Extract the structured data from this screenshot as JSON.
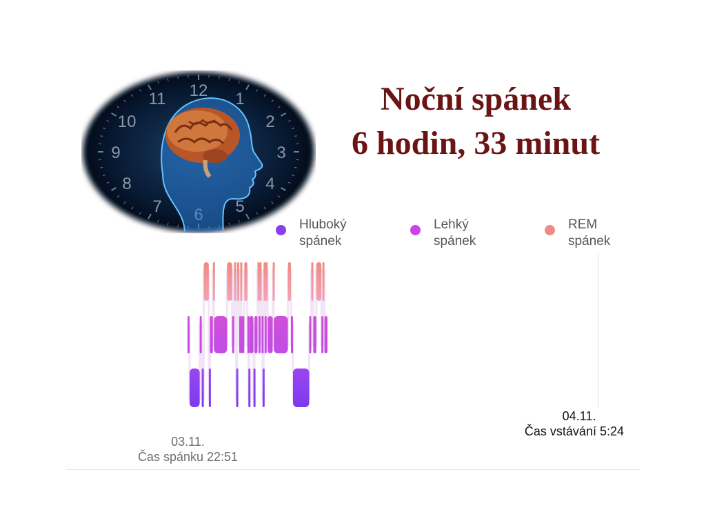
{
  "title": {
    "line1": "Noční spánek",
    "line2": "6 hodin, 33 minut"
  },
  "legend": [
    {
      "label_line1": "Hluboký",
      "label_line2": "spánek",
      "color": "#8a3ef0"
    },
    {
      "label_line1": "Lehký",
      "label_line2": "spánek",
      "color": "#cc44e8"
    },
    {
      "label_line1": "REM",
      "label_line2": "spánek",
      "color": "#f08a86"
    }
  ],
  "illustration": {
    "icon": "head-with-brain-and-clock-icon",
    "clock_numbers": [
      "12",
      "1",
      "2",
      "3",
      "4",
      "5",
      "6",
      "7",
      "8",
      "9",
      "10",
      "11"
    ]
  },
  "sleep_start": {
    "date": "03.11.",
    "text": "Čas spánku 22:51"
  },
  "wake_up": {
    "date": "04.11.",
    "text": "Čas vstávání 5:24"
  },
  "chart_data": {
    "type": "area",
    "start_time": "22:51",
    "end_time": "05:24",
    "levels": [
      "REM",
      "light",
      "deep"
    ],
    "colors": {
      "REM": "#f08a86",
      "light": "#cc44e8",
      "deep": "#8a3ef0"
    },
    "segments": [
      {
        "stage": "light",
        "start": "22:51",
        "end": "22:53"
      },
      {
        "stage": "deep",
        "start": "22:53",
        "end": "23:03"
      },
      {
        "stage": "light",
        "start": "23:03",
        "end": "23:05"
      },
      {
        "stage": "deep",
        "start": "23:05",
        "end": "23:07"
      },
      {
        "stage": "REM",
        "start": "23:07",
        "end": "23:12"
      },
      {
        "stage": "deep",
        "start": "23:12",
        "end": "23:13"
      },
      {
        "stage": "light",
        "start": "23:13",
        "end": "23:16"
      },
      {
        "stage": "REM",
        "start": "23:16",
        "end": "23:17"
      },
      {
        "stage": "light",
        "start": "23:17",
        "end": "23:30"
      },
      {
        "stage": "REM",
        "start": "23:30",
        "end": "23:35"
      },
      {
        "stage": "light",
        "start": "23:35",
        "end": "23:37"
      },
      {
        "stage": "REM",
        "start": "23:37",
        "end": "23:39"
      },
      {
        "stage": "deep",
        "start": "23:39",
        "end": "23:40"
      },
      {
        "stage": "REM",
        "start": "23:40",
        "end": "23:42"
      },
      {
        "stage": "light",
        "start": "23:42",
        "end": "23:43"
      },
      {
        "stage": "REM",
        "start": "23:43",
        "end": "23:44"
      },
      {
        "stage": "light",
        "start": "23:44",
        "end": "23:47"
      },
      {
        "stage": "REM",
        "start": "23:47",
        "end": "23:50"
      },
      {
        "stage": "light",
        "start": "23:50",
        "end": "23:51"
      },
      {
        "stage": "deep",
        "start": "23:51",
        "end": "23:52"
      },
      {
        "stage": "light",
        "start": "23:52",
        "end": "23:56"
      },
      {
        "stage": "deep",
        "start": "23:56",
        "end": "23:57"
      },
      {
        "stage": "light",
        "start": "23:57",
        "end": "00:00"
      },
      {
        "stage": "REM",
        "start": "00:00",
        "end": "00:01"
      },
      {
        "stage": "light",
        "start": "00:01",
        "end": "00:02"
      },
      {
        "stage": "REM",
        "start": "00:02",
        "end": "00:04"
      },
      {
        "stage": "light",
        "start": "00:04",
        "end": "00:05"
      },
      {
        "stage": "deep",
        "start": "00:05",
        "end": "00:06"
      },
      {
        "stage": "REM",
        "start": "00:06",
        "end": "00:07"
      },
      {
        "stage": "light",
        "start": "00:07",
        "end": "00:08"
      },
      {
        "stage": "REM",
        "start": "00:08",
        "end": "00:10"
      },
      {
        "stage": "light",
        "start": "00:10",
        "end": "00:15"
      },
      {
        "stage": "REM",
        "start": "00:15",
        "end": "00:16"
      },
      {
        "stage": "light",
        "start": "00:16",
        "end": "00:30"
      },
      {
        "stage": "REM",
        "start": "00:30",
        "end": "00:33"
      },
      {
        "stage": "light",
        "start": "00:33",
        "end": "00:35"
      },
      {
        "stage": "deep",
        "start": "00:35",
        "end": "00:51"
      },
      {
        "stage": "light",
        "start": "00:51",
        "end": "00:53"
      },
      {
        "stage": "REM",
        "start": "00:53",
        "end": "00:55"
      },
      {
        "stage": "light",
        "start": "00:55",
        "end": "00:58"
      },
      {
        "stage": "REM",
        "start": "00:58",
        "end": "01:03"
      },
      {
        "stage": "light",
        "start": "01:03",
        "end": "01:04"
      },
      {
        "stage": "REM",
        "start": "01:04",
        "end": "01:06"
      },
      {
        "stage": "light",
        "start": "01:06",
        "end": "01:09"
      }
    ]
  }
}
